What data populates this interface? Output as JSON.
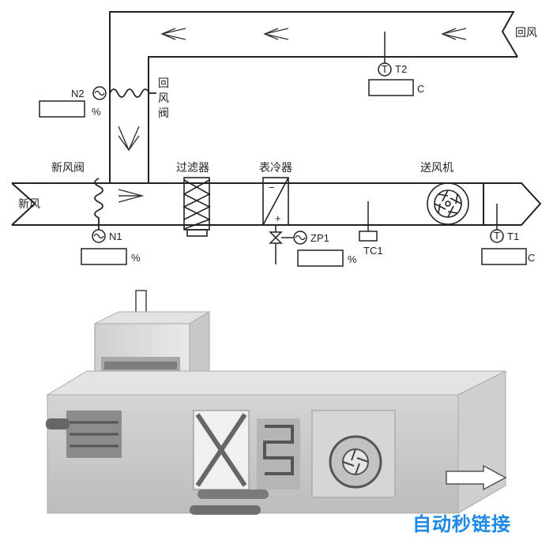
{
  "labels": {
    "return_air": "回风",
    "return_damper_1": "回",
    "return_damper_2": "风",
    "return_damper_3": "阀",
    "fresh_air_damper": "新风阀",
    "fresh_air": "新风",
    "filter": "过滤器",
    "cooler": "表冷器",
    "fan": "送风机",
    "n1": "N1",
    "n2": "N2",
    "t1": "T1",
    "t2": "T2",
    "zp1": "ZP1",
    "tc1": "TC1",
    "pct": "%",
    "unit_c": "C",
    "minus": "−",
    "plus": "+",
    "t_glyph": "T"
  },
  "watermark": "自动秒链接",
  "colors": {
    "line": "#222222",
    "watermark": "#1e88e5"
  }
}
